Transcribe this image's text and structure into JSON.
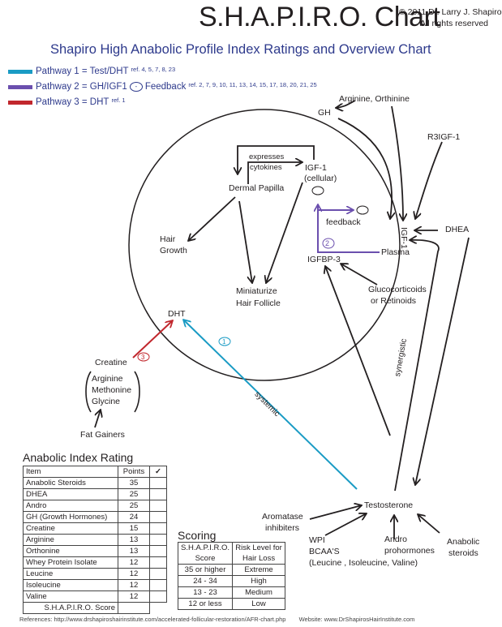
{
  "header": {
    "title": "S.H.A.P.I.R.O. Chart",
    "copyright_line1": "© 2011 Dr. Larry J. Shapiro",
    "copyright_line2": "All rights reserved",
    "subtitle": "Shapiro High Anabolic Profile Index Ratings and Overview Chart"
  },
  "colors": {
    "pathway1": "#1a9bc4",
    "pathway2": "#6b4fae",
    "pathway3": "#c1272d",
    "text_blue": "#2e3a8c",
    "ink": "#231f20"
  },
  "legend": [
    {
      "label": "Pathway 1 = Test/DHT",
      "refs": "ref. 4, 5, 7, 8, 23"
    },
    {
      "label": "Pathway 2 = GH/IGF1",
      "feedback_symbol": "-",
      "feedback_label": "Feedback",
      "refs": "ref. 2, 7, 9, 10, 11, 13, 14, 15, 17, 18, 20, 21, 25"
    },
    {
      "label": "Pathway 3 = DHT",
      "refs": "ref. 1"
    }
  ],
  "diagram": {
    "nodes": {
      "gh": "GH",
      "arginine_orthinine": "Arginine, Orthinine",
      "r3igf1": "R3IGF-1",
      "igf1_plasma_top": "IGF-1",
      "plasma": "Plasma",
      "dhea": "DHEA",
      "expresses": "expresses",
      "cytokines": "cytokines",
      "igf1_cellular_1": "IGF-1",
      "igf1_cellular_2": "(cellular)",
      "minus": "-",
      "dermal_papilla": "Dermal Papilla",
      "feedback": "feedback",
      "pathway2_marker": "2",
      "igfbp3": "IGFBP-3",
      "hair_growth_1": "Hair",
      "hair_growth_2": "Growth",
      "miniaturize_1": "Miniaturize",
      "miniaturize_2": "Hair Follicle",
      "glucocorticoids_1": "Glucocorticoids",
      "glucocorticoids_2": "or Retinoids",
      "dht": "DHT",
      "pathway1_marker": "1",
      "pathway3_marker": "3",
      "creatine": "Creatine",
      "arginine": "Arginine",
      "methonine": "Methonine",
      "glycine": "Glycine",
      "fat_gainers": "Fat Gainers",
      "systemic": "systemic",
      "synergistic": "synergistic",
      "testosterone": "Testosterone",
      "aromatase_1": "Aromatase",
      "aromatase_2": "inhibiters",
      "wpi": "WPI",
      "bcaas": "BCAA'S",
      "bcaas_list": "(Leucine , Isoleucine, Valine)",
      "andro_1": "Andro",
      "andro_2": "prohormones",
      "anabolic_1": "Anabolic",
      "anabolic_2": "steroids"
    }
  },
  "anabolic_index": {
    "title": "Anabolic Index Rating",
    "headers": {
      "item": "Item",
      "points": "Points",
      "check": "✓"
    },
    "rows": [
      {
        "item": "Anabolic  Steroids",
        "points": "35"
      },
      {
        "item": "DHEA",
        "points": "25"
      },
      {
        "item": "Andro",
        "points": "25"
      },
      {
        "item": "GH (Growth Hormones)",
        "points": "24"
      },
      {
        "item": "Creatine",
        "points": "15"
      },
      {
        "item": "Arginine",
        "points": "13"
      },
      {
        "item": "Orthonine",
        "points": "13"
      },
      {
        "item": "Whey Protein Isolate",
        "points": "12"
      },
      {
        "item": "Leucine",
        "points": "12"
      },
      {
        "item": "Isoleucine",
        "points": "12"
      },
      {
        "item": "Valine",
        "points": "12"
      }
    ],
    "score_label": "S.H.A.P.I.R.O. Score"
  },
  "scoring": {
    "title": "Scoring",
    "headers": {
      "score_1": "S.H.A.P.I.R.O.",
      "score_2": "Score",
      "risk_1": "Risk Level for",
      "risk_2": "Hair Loss"
    },
    "rows": [
      {
        "score": "35 or higher",
        "risk": "Extreme"
      },
      {
        "score": "24 - 34",
        "risk": "High"
      },
      {
        "score": "13 - 23",
        "risk": "Medium"
      },
      {
        "score": "12 or less",
        "risk": "Low"
      }
    ]
  },
  "footer": {
    "references": "References: http://www.drshapiroshairinstitute.com/accelerated-follicular-restoration/AFR-chart.php",
    "website": "Website: www.DrShapirosHairInstitute.com"
  }
}
